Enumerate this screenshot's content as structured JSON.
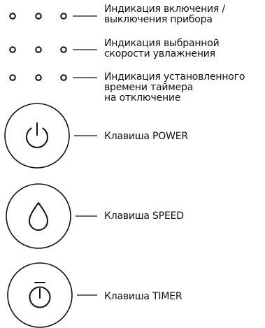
{
  "indicators": [
    {
      "label_lines": [
        "Индикация включения /",
        "выключения прибора"
      ]
    },
    {
      "label_lines": [
        "Индикация выбранной",
        "скорости увлажнения"
      ]
    },
    {
      "label_lines": [
        "Индикация установленного",
        "времени таймера",
        "на отключение"
      ]
    }
  ],
  "buttons": [
    {
      "label": "Клавиша POWER",
      "icon": "power-icon"
    },
    {
      "label": "Клавиша SPEED",
      "icon": "droplet-icon"
    },
    {
      "label": "Клавиша TIMER",
      "icon": "timer-icon"
    }
  ],
  "colors": {
    "stroke": "#111111",
    "background": "#ffffff"
  }
}
